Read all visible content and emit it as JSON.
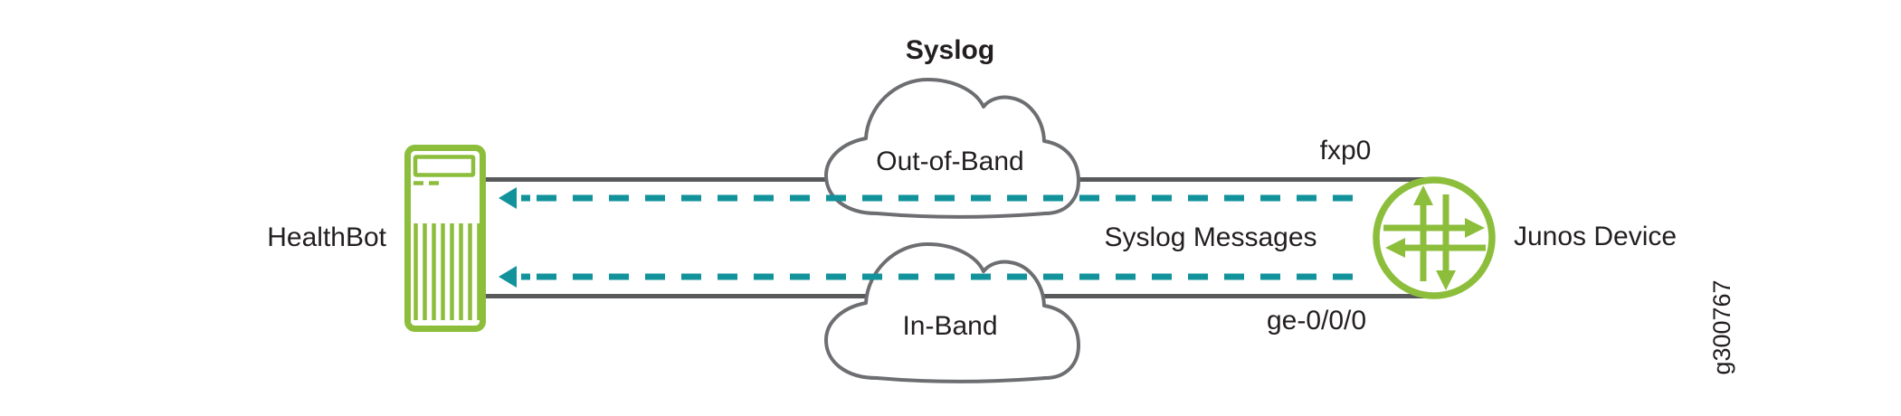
{
  "colors": {
    "brand_green": "#8cbe3c",
    "flow_teal": "#12939c",
    "line_gray": "#58595b",
    "cloud_gray": "#6d6e71",
    "text_color": "#231f20",
    "bg": "#ffffff"
  },
  "diagram": {
    "title": "Syslog",
    "healthbot": {
      "label": "HealthBot",
      "icon": "server-icon"
    },
    "junos": {
      "label": "Junos Device",
      "icon": "router-icon",
      "top_interface": "fxp0",
      "bottom_interface": "ge-0/0/0"
    },
    "clouds": {
      "top_label": "Out-of-Band",
      "bottom_label": "In-Band",
      "icon": "cloud-shape"
    },
    "flow": {
      "label": "Syslog Messages",
      "icon": "dashed-arrow-pointing-left",
      "direction": "junos-to-healthbot"
    },
    "figure_id": "g300767"
  }
}
